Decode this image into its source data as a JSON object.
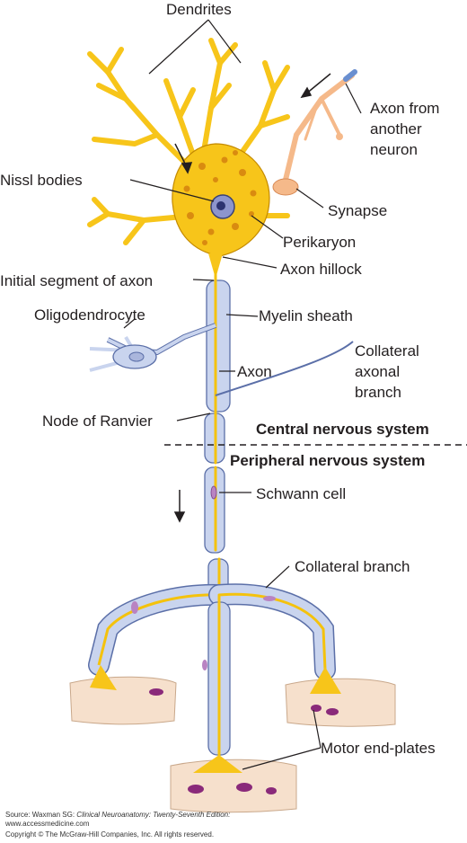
{
  "labels": {
    "dendrites": "Dendrites",
    "axon_from_another_line1": "Axon from",
    "axon_from_another_line2": "another",
    "axon_from_another_line3": "neuron",
    "nissl_bodies": "Nissl bodies",
    "synapse": "Synapse",
    "perikaryon": "Perikaryon",
    "axon_hillock": "Axon hillock",
    "initial_segment": "Initial segment of axon",
    "oligodendrocyte": "Oligodendrocyte",
    "myelin_sheath": "Myelin sheath",
    "collateral_axonal_line1": "Collateral",
    "collateral_axonal_line2": "axonal",
    "collateral_axonal_line3": "branch",
    "axon": "Axon",
    "node_of_ranvier": "Node of Ranvier",
    "central_ns": "Central nervous system",
    "peripheral_ns": "Peripheral nervous system",
    "schwann_cell": "Schwann cell",
    "collateral_branch": "Collateral branch",
    "motor_end_plates": "Motor end-plates"
  },
  "source": {
    "prefix": "Source: Waxman SG: ",
    "title": "Clinical Neuroanatomy: Twenty-Seventh Edition:",
    "url": "www.accessmedicine.com",
    "copyright": "Copyright © The McGraw-Hill Companies, Inc. All rights reserved."
  },
  "colors": {
    "neuron": "#f7c51a",
    "myelin": "#c9d4ee",
    "other_axon": "#f5b98a",
    "muscle": "#f6e0cc"
  }
}
